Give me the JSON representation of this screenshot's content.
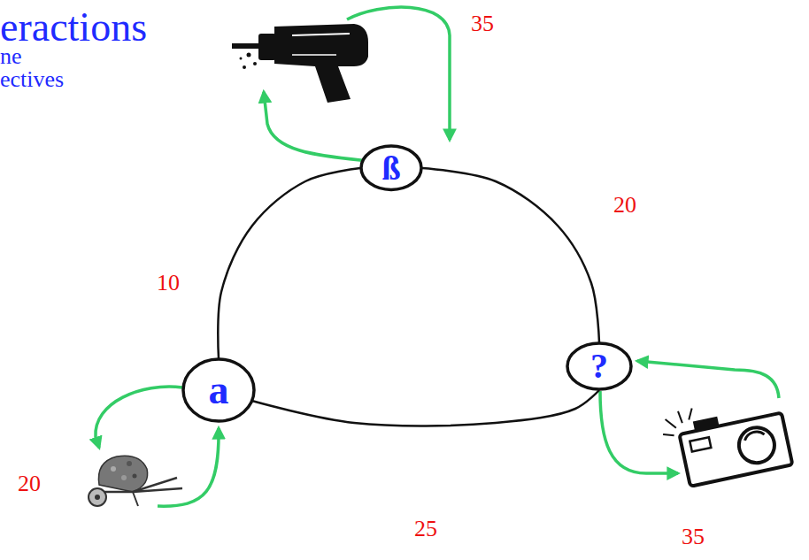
{
  "diagram": {
    "title": "eractions",
    "nodes": [
      {
        "text": [
          "ß"
        ]
      },
      {
        "text": [
          "?"
        ]
      },
      {
        "text": [
          "a"
        ]
      }
    ],
    "edges": [
      {
        "from": 2,
        "to": 0,
        "arrow": "none",
        "label": "10"
      },
      {
        "from": 0,
        "to": 1,
        "arrow": "none",
        "label": "20"
      },
      {
        "from": 2,
        "to": 1,
        "arrow": "none",
        "label": "25"
      }
    ],
    "labels": [
      "ne",
      "ectives",
      "35",
      "20",
      "35"
    ]
  }
}
